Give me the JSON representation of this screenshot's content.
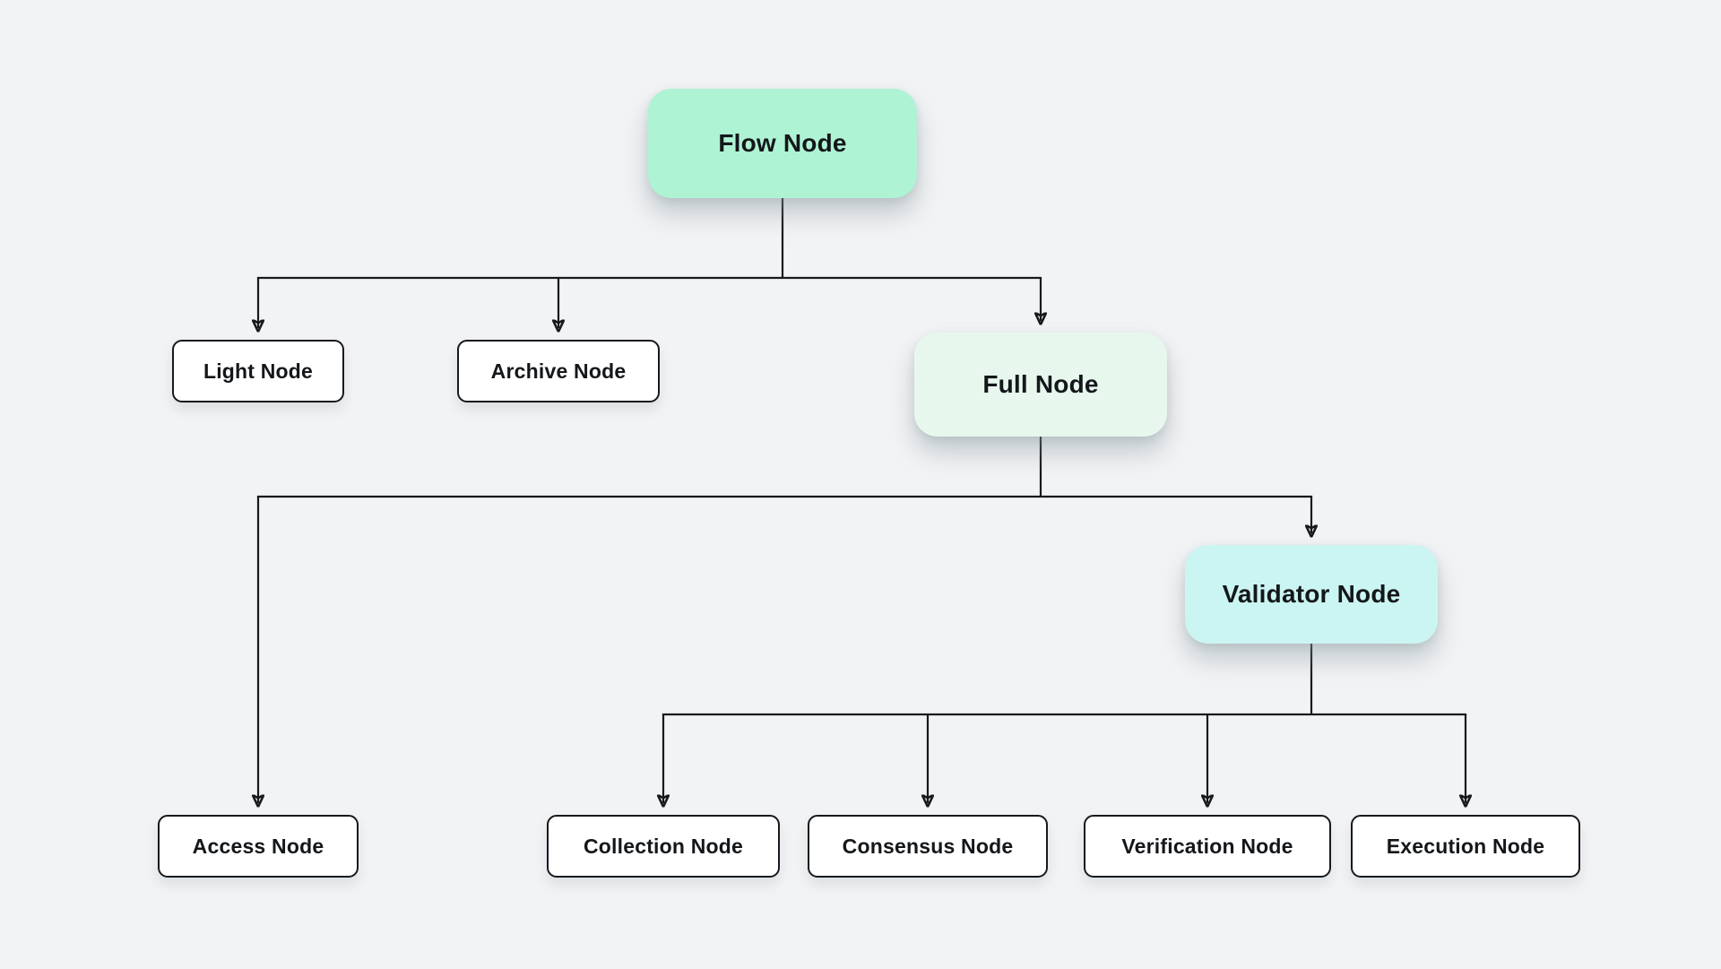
{
  "page": {
    "background_color": "#f2f3f5",
    "line_color": "#17191c",
    "text_color": "#14171a",
    "leaf_border_color": "#17191c",
    "leaf_fill": "#ffffff"
  },
  "diagram": {
    "nodes": {
      "flow": {
        "label": "Flow Node",
        "fill": "#aef3d4"
      },
      "light": {
        "label": "Light Node",
        "fill": "#ffffff"
      },
      "archive": {
        "label": "Archive Node",
        "fill": "#ffffff"
      },
      "full": {
        "label": "Full Node",
        "fill": "#e7f7ee"
      },
      "validator": {
        "label": "Validator Node",
        "fill": "#cbf5f2"
      },
      "access": {
        "label": "Access Node",
        "fill": "#ffffff"
      },
      "collection": {
        "label": "Collection Node",
        "fill": "#ffffff"
      },
      "consensus": {
        "label": "Consensus Node",
        "fill": "#ffffff"
      },
      "verification": {
        "label": "Verification Node",
        "fill": "#ffffff"
      },
      "execution": {
        "label": "Execution Node",
        "fill": "#ffffff"
      }
    },
    "edges": [
      {
        "from": "Flow Node",
        "to": "Light Node"
      },
      {
        "from": "Flow Node",
        "to": "Archive Node"
      },
      {
        "from": "Flow Node",
        "to": "Full Node"
      },
      {
        "from": "Full Node",
        "to": "Access Node"
      },
      {
        "from": "Full Node",
        "to": "Validator Node"
      },
      {
        "from": "Validator Node",
        "to": "Collection Node"
      },
      {
        "from": "Validator Node",
        "to": "Consensus Node"
      },
      {
        "from": "Validator Node",
        "to": "Verification Node"
      },
      {
        "from": "Validator Node",
        "to": "Execution Node"
      }
    ]
  }
}
